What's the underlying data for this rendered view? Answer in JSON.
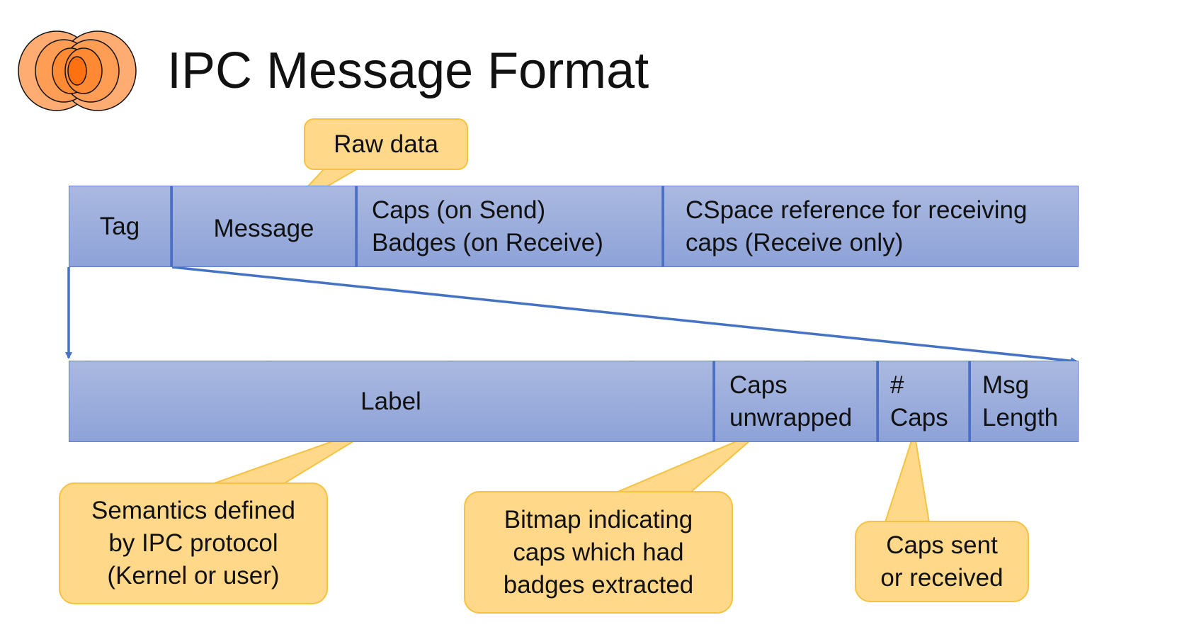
{
  "slide": {
    "title": "IPC Message Format"
  },
  "logo": {
    "icon": "nested-orange-ellipses-logo",
    "colors": [
      "#ffa86a",
      "#ff9a4f",
      "#ff8a33",
      "#ff7412"
    ]
  },
  "top_row": {
    "tag": "Tag",
    "message": "Message",
    "caps_line1": "Caps (on Send)",
    "caps_line2": "Badges (on Receive)",
    "cspace_line1": "CSpace reference for receiving",
    "cspace_line2": "caps (Receive only)"
  },
  "bottom_row": {
    "label": "Label",
    "caps_unwrapped_line1": "Caps",
    "caps_unwrapped_line2": "unwrapped",
    "num_caps_line1": "#",
    "num_caps_line2": "Caps",
    "msg_length_line1": "Msg",
    "msg_length_line2": "Length"
  },
  "callouts": {
    "raw_data": "Raw data",
    "semantics": [
      "Semantics defined",
      "by IPC protocol",
      "(Kernel or user)"
    ],
    "bitmap": [
      "Bitmap indicating",
      "caps which had",
      "badges extracted"
    ],
    "caps_sent": [
      "Caps sent",
      "or received"
    ]
  },
  "colors": {
    "field_fill": "#9aaedc",
    "field_border": "#4a6fc5",
    "arrow": "#4472c4",
    "callout_fill": "#ffd88a",
    "callout_border": "#f5c242"
  }
}
